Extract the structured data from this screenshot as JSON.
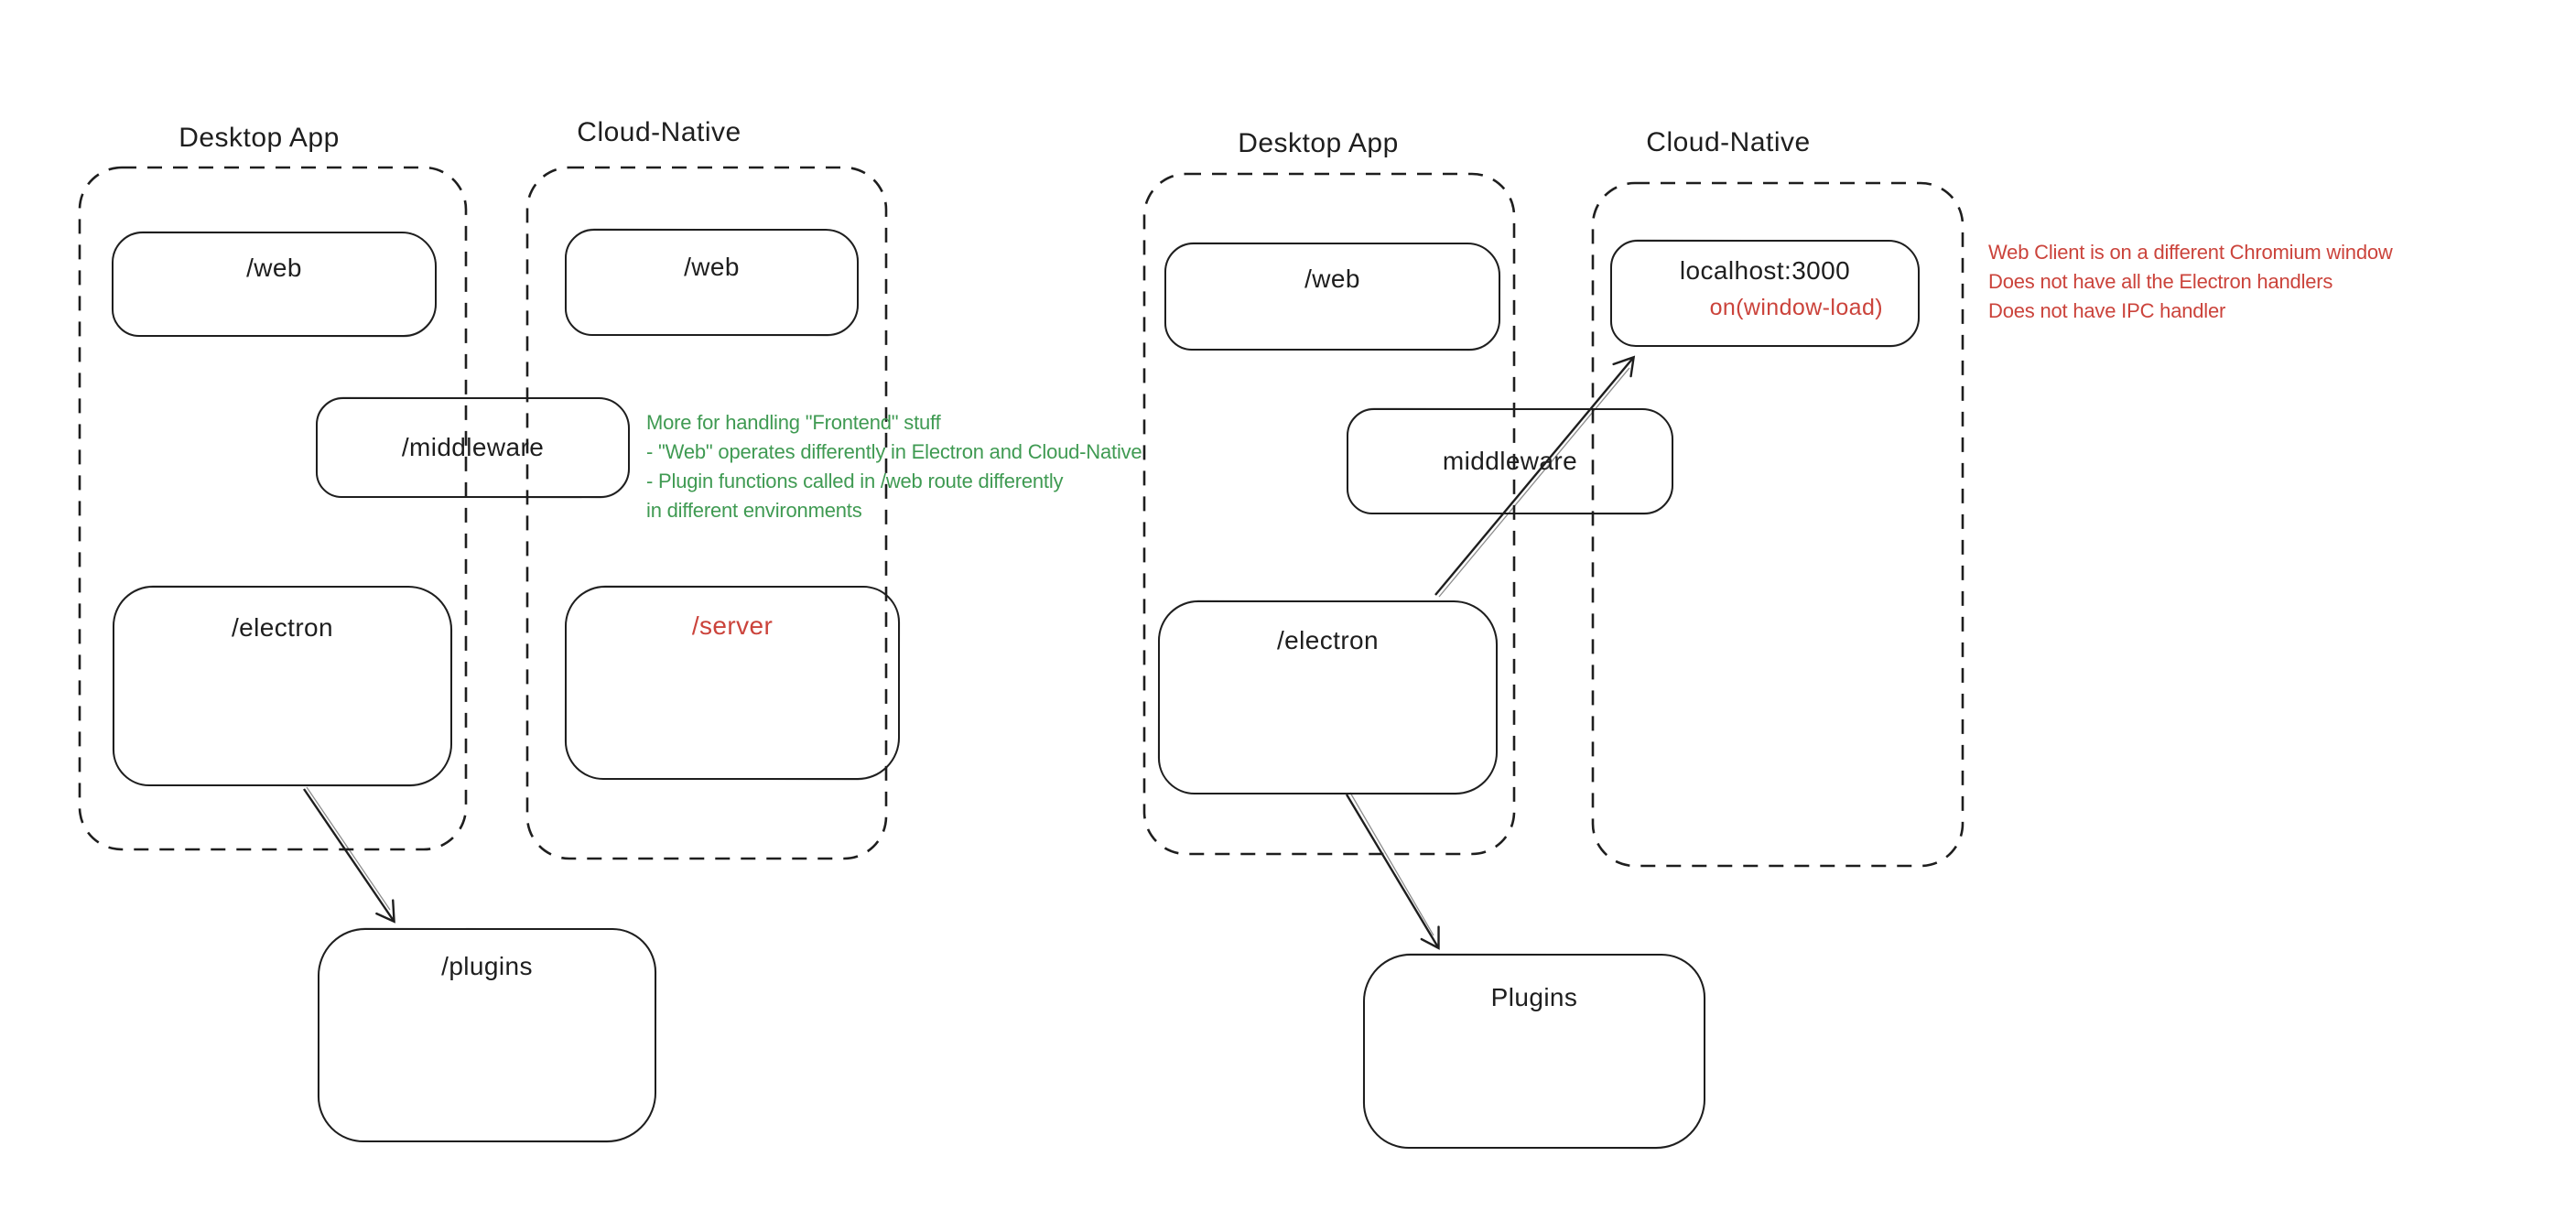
{
  "colors": {
    "ink": "#1e1e1e",
    "red": "#cb433b",
    "green": "#3f9a52",
    "background": "#ffffff"
  },
  "left_diagram": {
    "desktop_container_label": "Desktop App",
    "cloud_container_label": "Cloud-Native",
    "desktop_web_box": "/web",
    "cloud_web_box": "/web",
    "middleware_box": "/middleware",
    "electron_box": "/electron",
    "server_box": "/server",
    "plugins_box": "/plugins",
    "note_lines": [
      "More for handling \"Frontend\" stuff",
      "- \"Web\" operates differently in Electron and Cloud-Native",
      "- Plugin functions called in /web route differently",
      "in different environments"
    ]
  },
  "right_diagram": {
    "desktop_container_label": "Desktop App",
    "cloud_container_label": "Cloud-Native",
    "web_box": "/web",
    "localhost_box": "localhost:3000",
    "localhost_event": "on(window-load)",
    "middleware_box": "middleware",
    "electron_box": "/electron",
    "plugins_box": "Plugins",
    "note_lines": [
      "Web Client is on a different Chromium window",
      "Does not have all the Electron handlers",
      "Does not have IPC handler"
    ]
  }
}
